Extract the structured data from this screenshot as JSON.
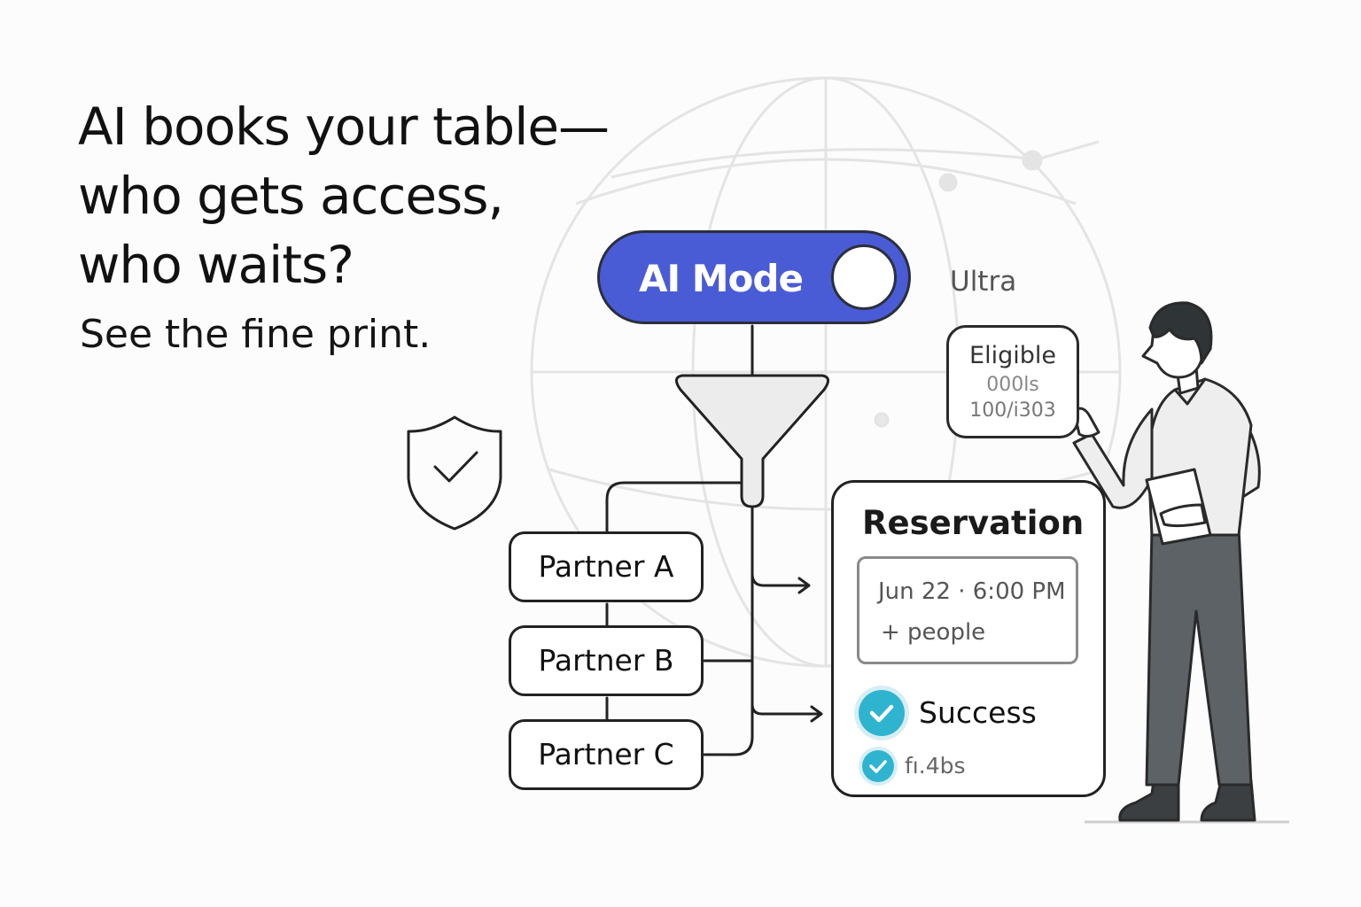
{
  "headline": {
    "lines": [
      "AI books your table—",
      "who gets access,",
      "who waits?"
    ],
    "subtitle": "See the fine print."
  },
  "toggle": {
    "label": "AI Mode",
    "state": "on",
    "color": "#4a5bd6"
  },
  "tier_label": "Ultra",
  "eligible_card": {
    "title": "Eligible",
    "line1": "000ls",
    "line2": "100/i303"
  },
  "partners": [
    {
      "label": "Partner A"
    },
    {
      "label": "Partner B"
    },
    {
      "label": "Partner C"
    }
  ],
  "reservation": {
    "title": "Reservation",
    "date_time": "Jun 22 · 6:00 PM",
    "party": "+ people",
    "status": "Success",
    "status_note": "fı.4bs",
    "status_color": "#2fb4cf"
  },
  "icons": [
    "shield-check-icon",
    "funnel-icon",
    "globe-icon",
    "check-circle-icon",
    "person-illustration"
  ]
}
